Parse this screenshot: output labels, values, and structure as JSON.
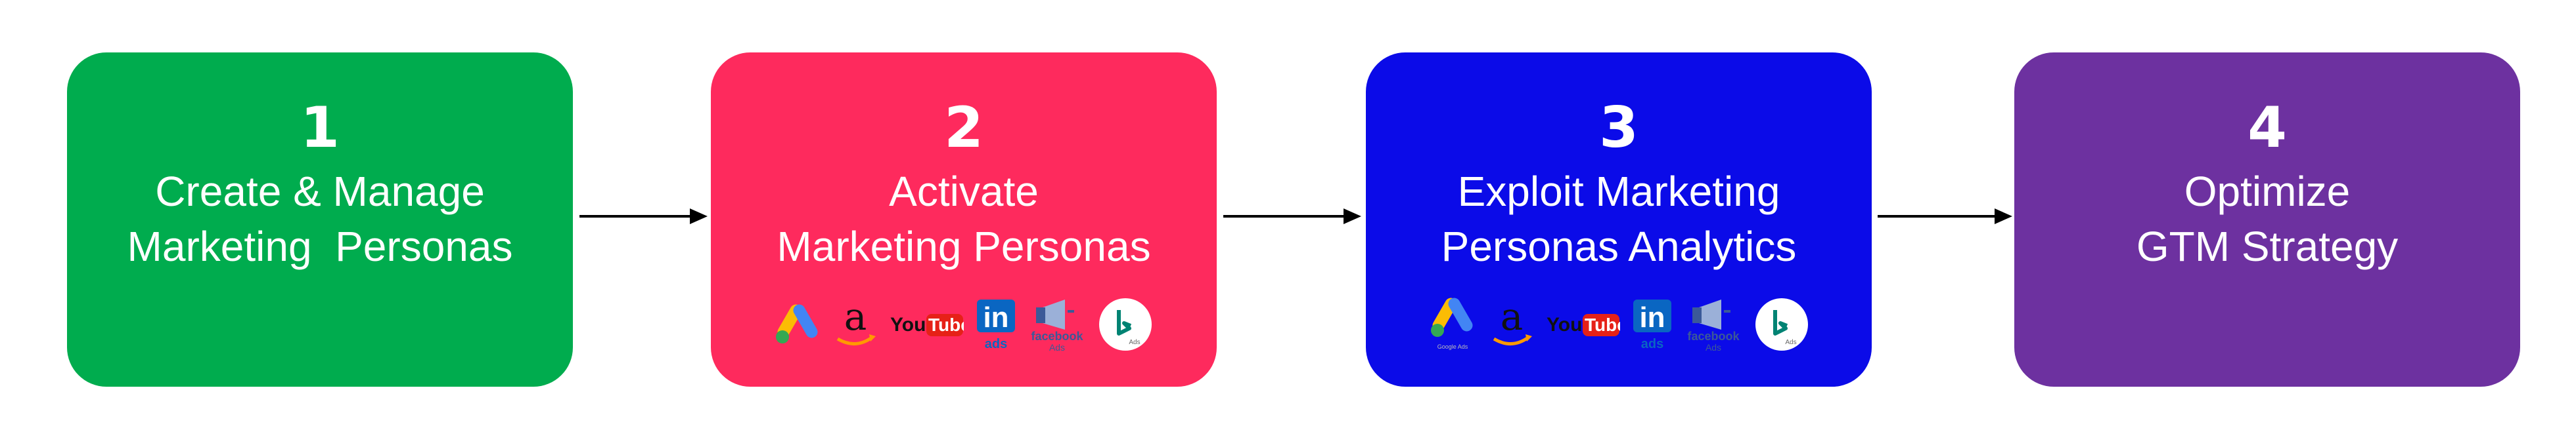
{
  "steps": [
    {
      "number": "1",
      "title": "Create & Manage\nMarketing  Personas",
      "color": "#00ac4e"
    },
    {
      "number": "2",
      "title": "Activate\nMarketing Personas",
      "color": "#fe2a5d"
    },
    {
      "number": "3",
      "title": "Exploit Marketing\nPersonas Analytics",
      "color": "#0b0be8"
    },
    {
      "number": "4",
      "title": "Optimize\nGTM Strategy",
      "color": "#6d31a0"
    }
  ],
  "logos": {
    "youtube_text": "YouTube",
    "linkedin_text": "in",
    "linkedin_caption": "ads",
    "facebook_caption_1": "facebook",
    "facebook_caption_2": "Ads",
    "google_caption": "Google Ads",
    "bing_caption": "Ads"
  },
  "icons": [
    "google-ads-icon",
    "amazon-icon",
    "youtube-icon",
    "linkedin-ads-icon",
    "facebook-ads-icon",
    "bing-ads-icon"
  ]
}
